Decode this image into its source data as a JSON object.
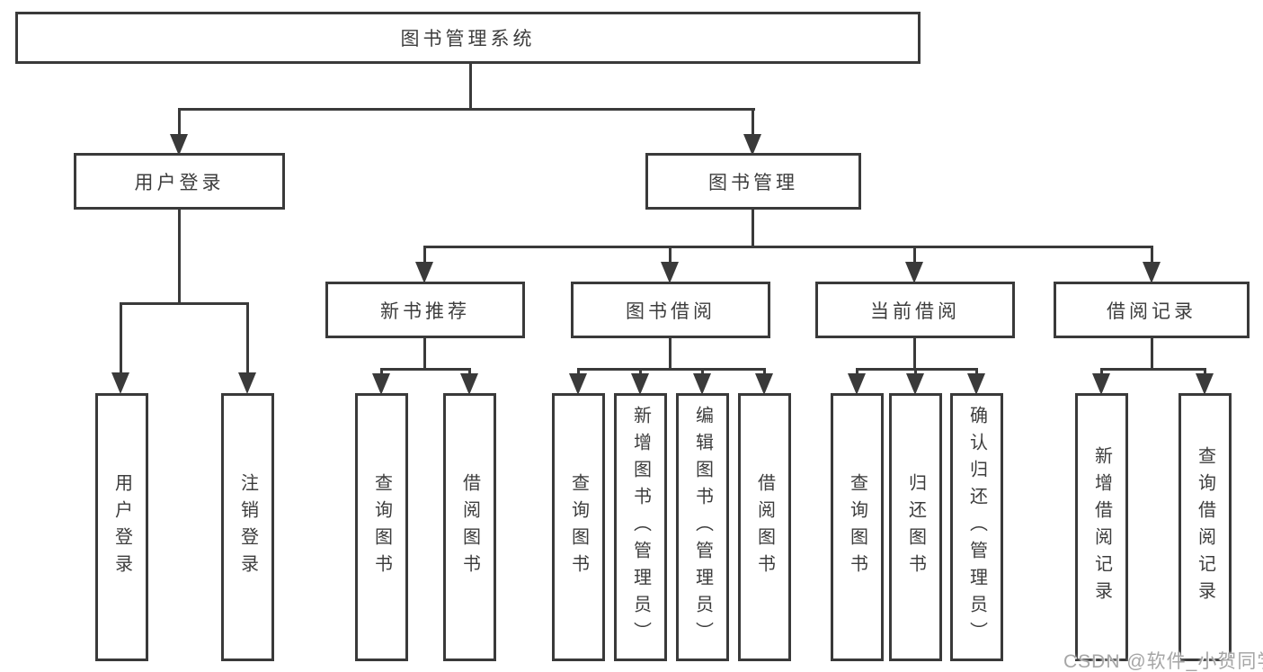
{
  "tree": {
    "root": {
      "label": "图书管理系统"
    },
    "branches": [
      {
        "label": "用户登录",
        "children": [
          {
            "label": "用户登录"
          },
          {
            "label": "注销登录"
          }
        ]
      },
      {
        "label": "图书管理",
        "children": [
          {
            "label": "新书推荐",
            "children": [
              {
                "label": "查询图书"
              },
              {
                "label": "借阅图书"
              }
            ]
          },
          {
            "label": "图书借阅",
            "children": [
              {
                "label": "查询图书"
              },
              {
                "label": "新增图书（管理员）"
              },
              {
                "label": "编辑图书（管理员）"
              },
              {
                "label": "借阅图书"
              }
            ]
          },
          {
            "label": "当前借阅",
            "children": [
              {
                "label": "查询图书"
              },
              {
                "label": "归还图书"
              },
              {
                "label": "确认归还（管理员）"
              }
            ]
          },
          {
            "label": "借阅记录",
            "children": [
              {
                "label": "新增借阅记录"
              },
              {
                "label": "查询借阅记录"
              }
            ]
          }
        ]
      }
    ]
  },
  "watermark": {
    "text": "CSDN @软件_小贺同学"
  },
  "colors": {
    "line": "#3a3a3a",
    "text": "#3d3d3d",
    "watermark": "#a6a6a6",
    "background": "#ffffff"
  }
}
